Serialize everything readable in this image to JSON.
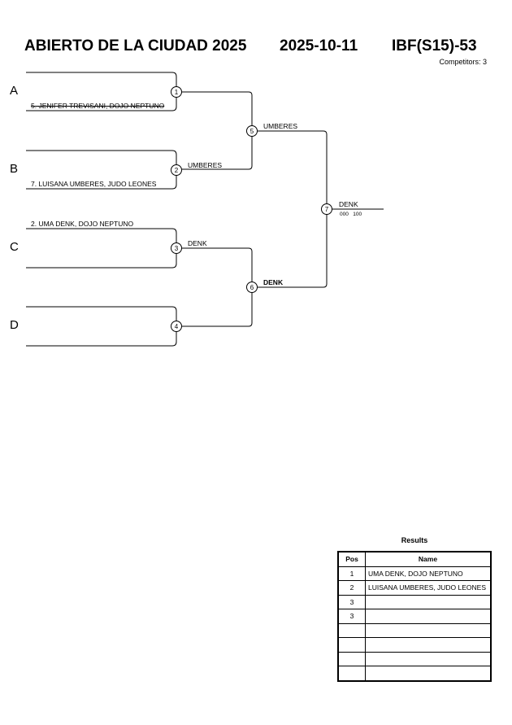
{
  "header": {
    "event_title": "ABIERTO DE LA CIUDAD 2025",
    "date": "2025-10-11",
    "category": "IBF(S15)-53",
    "competitors": "Competitors: 3"
  },
  "pools": [
    "A",
    "B",
    "C",
    "D"
  ],
  "entries": [
    {
      "pool": "A",
      "label": "5. JENIFER TREVISANI, DOJO NEPTUNO",
      "struck": true
    },
    {
      "pool": "B",
      "label": "7. LUISANA UMBERES, JUDO LEONES",
      "struck": false
    },
    {
      "pool": "C",
      "label": "2. UMA DENK, DOJO NEPTUNO",
      "struck": false
    }
  ],
  "matches": [
    {
      "id": "1",
      "winner": ""
    },
    {
      "id": "2",
      "winner": "UMBERES"
    },
    {
      "id": "3",
      "winner": "DENK"
    },
    {
      "id": "4",
      "winner": ""
    },
    {
      "id": "5",
      "winner": "UMBERES"
    },
    {
      "id": "6",
      "winner": "DENK"
    },
    {
      "id": "7",
      "winner": "DENK",
      "score": "000   100"
    }
  ],
  "results": {
    "title": "Results",
    "col_pos": "Pos",
    "col_name": "Name",
    "rows": [
      {
        "pos": "1",
        "name": "UMA DENK, DOJO NEPTUNO"
      },
      {
        "pos": "2",
        "name": "LUISANA UMBERES, JUDO LEONES"
      },
      {
        "pos": "3",
        "name": ""
      },
      {
        "pos": "3",
        "name": ""
      },
      {
        "pos": "",
        "name": ""
      },
      {
        "pos": "",
        "name": ""
      },
      {
        "pos": "",
        "name": ""
      },
      {
        "pos": "",
        "name": ""
      }
    ]
  }
}
